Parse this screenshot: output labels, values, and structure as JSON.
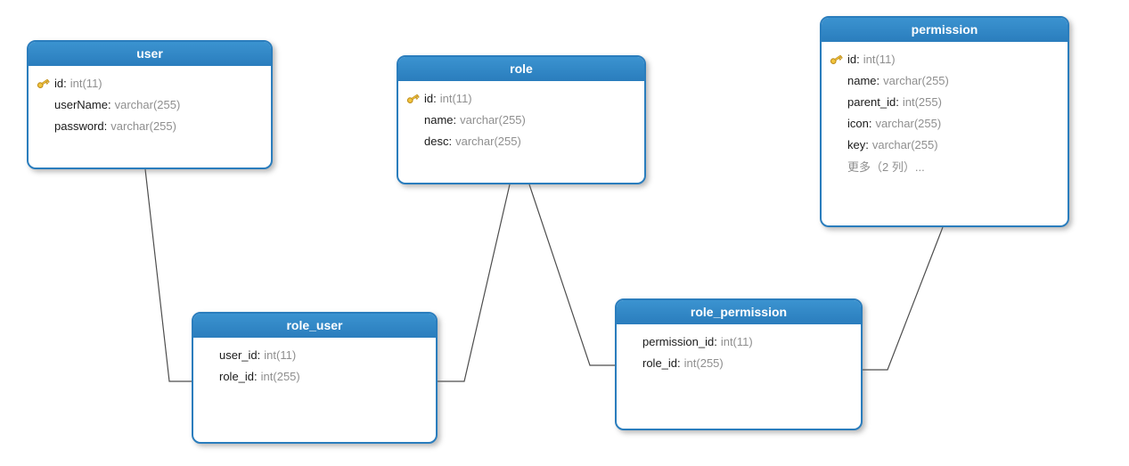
{
  "diagram": {
    "tables": [
      {
        "title": "user",
        "fields": [
          {
            "name": "id",
            "type": "int(11)",
            "key": true
          },
          {
            "name": "userName",
            "type": "varchar(255)",
            "key": false
          },
          {
            "name": "password",
            "type": "varchar(255)",
            "key": false
          }
        ]
      },
      {
        "title": "role",
        "fields": [
          {
            "name": "id",
            "type": "int(11)",
            "key": true
          },
          {
            "name": "name",
            "type": "varchar(255)",
            "key": false
          },
          {
            "name": "desc",
            "type": "varchar(255)",
            "key": false
          }
        ]
      },
      {
        "title": "permission",
        "fields": [
          {
            "name": "id",
            "type": "int(11)",
            "key": true
          },
          {
            "name": "name",
            "type": "varchar(255)",
            "key": false
          },
          {
            "name": "parent_id",
            "type": "int(255)",
            "key": false
          },
          {
            "name": "icon",
            "type": "varchar(255)",
            "key": false
          },
          {
            "name": "key",
            "type": "varchar(255)",
            "key": false
          },
          {
            "name": "更多（2 列）...",
            "type": "",
            "key": false,
            "muted": true
          }
        ]
      },
      {
        "title": "role_user",
        "fields": [
          {
            "name": "user_id",
            "type": "int(11)",
            "key": false
          },
          {
            "name": "role_id",
            "type": "int(255)",
            "key": false
          }
        ]
      },
      {
        "title": "role_permission",
        "fields": [
          {
            "name": "permission_id",
            "type": "int(11)",
            "key": false
          },
          {
            "name": "role_id",
            "type": "int(255)",
            "key": false
          }
        ]
      }
    ],
    "relationships": [
      {
        "from": "user",
        "to": "role_user"
      },
      {
        "from": "role",
        "to": "role_user"
      },
      {
        "from": "role",
        "to": "role_permission"
      },
      {
        "from": "permission",
        "to": "role_permission"
      }
    ],
    "colors": {
      "header_top": "#3b93d0",
      "header_bottom": "#2a7dbd",
      "border": "#2a7dbd",
      "field_name": "#1a1a1a",
      "field_type": "#8f8f8f",
      "line": "#4d4d4d",
      "key_icon": "#f2c53d"
    }
  }
}
